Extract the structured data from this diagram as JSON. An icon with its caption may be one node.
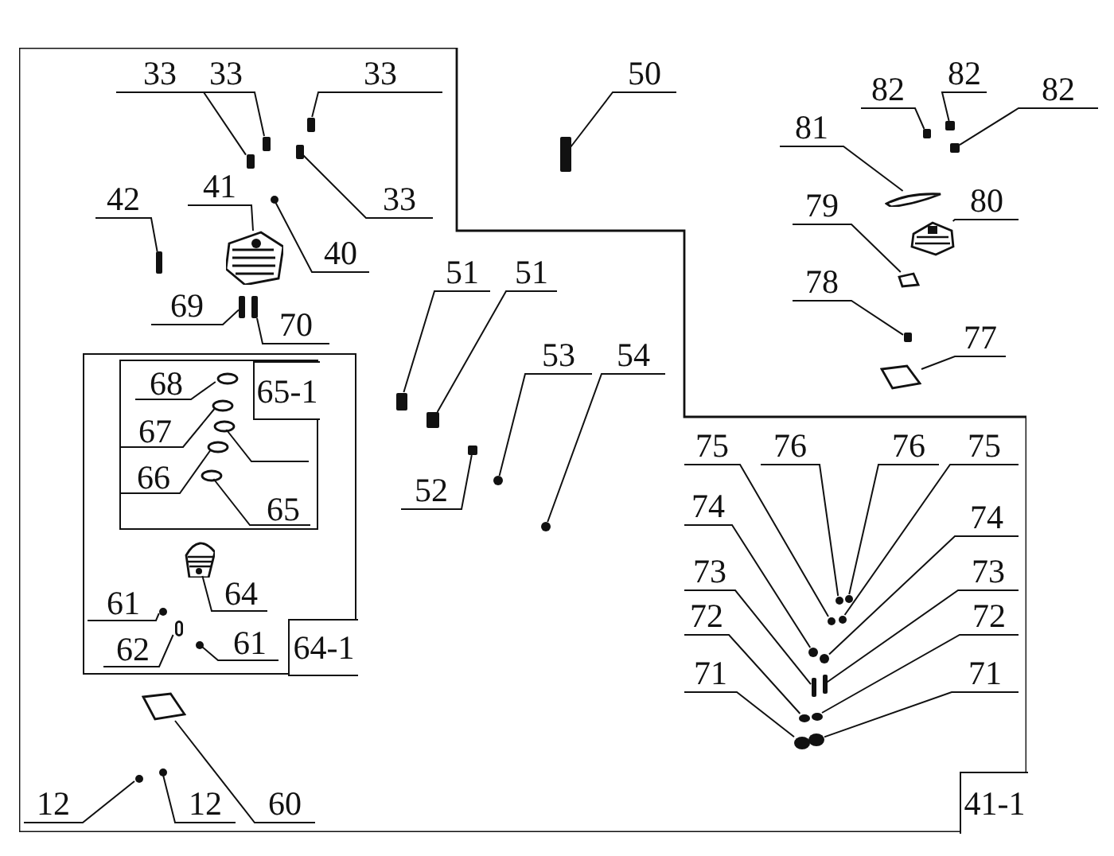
{
  "diagram": {
    "nodes": [
      {
        "text": [
          "41-1"
        ]
      },
      {
        "text": [
          "33"
        ],
        "in": 0
      },
      {
        "text": [
          "33"
        ],
        "in": 0
      },
      {
        "text": [
          "33"
        ],
        "in": 0
      },
      {
        "text": [
          "33"
        ],
        "in": 0
      },
      {
        "text": [
          "42"
        ],
        "in": 0
      },
      {
        "text": [
          "41"
        ],
        "in": 0
      },
      {
        "text": [
          "40"
        ],
        "in": 0
      },
      {
        "text": [
          "69"
        ],
        "in": 0
      },
      {
        "text": [
          "70"
        ],
        "in": 0
      },
      {
        "text": [
          "64-1"
        ],
        "in": 0
      },
      {
        "text": [
          "65-1"
        ],
        "in": 10
      },
      {
        "text": [
          "68"
        ],
        "in": 11
      },
      {
        "text": [
          "67"
        ],
        "in": 11
      },
      {
        "text": [
          "66"
        ],
        "in": 11
      },
      {
        "text": [
          "65"
        ],
        "in": 11
      },
      {
        "text": [
          "64"
        ],
        "in": 10
      },
      {
        "text": [
          "61"
        ],
        "in": 10
      },
      {
        "text": [
          "62"
        ],
        "in": 10
      },
      {
        "text": [
          "61"
        ],
        "in": 10
      },
      {
        "text": [
          "51"
        ],
        "in": 0
      },
      {
        "text": [
          "51"
        ],
        "in": 0
      },
      {
        "text": [
          "52"
        ],
        "in": 0
      },
      {
        "text": [
          "53"
        ],
        "in": 0
      },
      {
        "text": [
          "54"
        ],
        "in": 0
      },
      {
        "text": [
          "75"
        ],
        "in": 0
      },
      {
        "text": [
          "76"
        ],
        "in": 0
      },
      {
        "text": [
          "76"
        ],
        "in": 0
      },
      {
        "text": [
          "75"
        ],
        "in": 0
      },
      {
        "text": [
          "74"
        ],
        "in": 0
      },
      {
        "text": [
          "74"
        ],
        "in": 0
      },
      {
        "text": [
          "73"
        ],
        "in": 0
      },
      {
        "text": [
          "73"
        ],
        "in": 0
      },
      {
        "text": [
          "72"
        ],
        "in": 0
      },
      {
        "text": [
          "72"
        ],
        "in": 0
      },
      {
        "text": [
          "71"
        ],
        "in": 0
      },
      {
        "text": [
          "71"
        ],
        "in": 0
      },
      {
        "text": [
          "12"
        ],
        "in": 0
      },
      {
        "text": [
          "12"
        ],
        "in": 0
      },
      {
        "text": [
          "60"
        ],
        "in": 0
      },
      {
        "text": [
          "50"
        ]
      },
      {
        "text": [
          "82"
        ]
      },
      {
        "text": [
          "82"
        ]
      },
      {
        "text": [
          "82"
        ]
      },
      {
        "text": [
          "81"
        ]
      },
      {
        "text": [
          "80"
        ]
      },
      {
        "text": [
          "79"
        ]
      },
      {
        "text": [
          "78"
        ]
      },
      {
        "text": [
          "77"
        ]
      },
      {
        "text": [],
        "shape": "box",
        "in": 0
      },
      {
        "text": [],
        "shape": "box",
        "in": 0
      },
      {
        "text": [],
        "shape": "box",
        "in": 0
      },
      {
        "text": [],
        "shape": "box",
        "in": 0
      },
      {
        "text": [],
        "shape": "box",
        "in": 0
      },
      {
        "text": [],
        "shape": "picture",
        "in": 0
      },
      {
        "text": [],
        "shape": "circle",
        "in": 0
      },
      {
        "text": [],
        "shape": "box",
        "in": 0
      },
      {
        "text": [],
        "shape": "box",
        "in": 0
      },
      {
        "text": [],
        "shape": "circle",
        "in": 11
      },
      {
        "text": [],
        "shape": "circle",
        "in": 11
      },
      {
        "text": [],
        "shape": "circle",
        "in": 11
      },
      {
        "text": [],
        "shape": "circle",
        "in": 11
      },
      {
        "text": [],
        "shape": "picture",
        "in": 10
      },
      {
        "text": [],
        "shape": "circle",
        "in": 10
      },
      {
        "text": [],
        "shape": "box",
        "in": 10
      },
      {
        "text": [],
        "shape": "circle",
        "in": 10
      },
      {
        "text": [],
        "shape": "box",
        "in": 0
      },
      {
        "text": [],
        "shape": "box",
        "in": 0
      },
      {
        "text": [],
        "shape": "box",
        "in": 0
      },
      {
        "text": [],
        "shape": "circle",
        "in": 0
      },
      {
        "text": [],
        "shape": "circle",
        "in": 0
      },
      {
        "text": [],
        "shape": "circle",
        "in": 0
      },
      {
        "text": [],
        "shape": "circle",
        "in": 0
      },
      {
        "text": [],
        "shape": "circle",
        "in": 0
      },
      {
        "text": [],
        "shape": "circle",
        "in": 0
      },
      {
        "text": [],
        "shape": "circle",
        "in": 0
      },
      {
        "text": [],
        "shape": "circle",
        "in": 0
      },
      {
        "text": [],
        "shape": "box",
        "in": 0
      },
      {
        "text": [],
        "shape": "box",
        "in": 0
      },
      {
        "text": [],
        "shape": "circle",
        "in": 0
      },
      {
        "text": [],
        "shape": "circle",
        "in": 0
      },
      {
        "text": [],
        "shape": "circle",
        "in": 0
      },
      {
        "text": [],
        "shape": "circle",
        "in": 0
      },
      {
        "text": [],
        "shape": "circle",
        "in": 0
      },
      {
        "text": [],
        "shape": "circle",
        "in": 0
      },
      {
        "text": [],
        "shape": "picture",
        "in": 0
      },
      {
        "text": [],
        "shape": "box"
      },
      {
        "text": [],
        "shape": "box"
      },
      {
        "text": [],
        "shape": "box"
      },
      {
        "text": [],
        "shape": "box"
      },
      {
        "text": [],
        "shape": "picture"
      },
      {
        "text": [],
        "shape": "picture"
      },
      {
        "text": [],
        "shape": "picture"
      },
      {
        "text": [],
        "shape": "box"
      },
      {
        "text": [],
        "shape": "picture"
      },
      {
        "text": [],
        "shape": "circle",
        "in": 11
      }
    ],
    "edges": [
      {
        "from": 1,
        "to": 49,
        "arrow": "none"
      },
      {
        "from": 2,
        "to": 50,
        "arrow": "none"
      },
      {
        "from": 3,
        "to": 51,
        "arrow": "none"
      },
      {
        "from": 4,
        "to": 52,
        "arrow": "none"
      },
      {
        "from": 5,
        "to": 53,
        "arrow": "none"
      },
      {
        "from": 6,
        "to": 54,
        "arrow": "none"
      },
      {
        "from": 7,
        "to": 55,
        "arrow": "none"
      },
      {
        "from": 8,
        "to": 56,
        "arrow": "none"
      },
      {
        "from": 9,
        "to": 57,
        "arrow": "none"
      },
      {
        "from": 12,
        "to": 58,
        "arrow": "none"
      },
      {
        "from": 13,
        "to": 59,
        "arrow": "none"
      },
      {
        "from": 14,
        "to": 60,
        "arrow": "none"
      },
      {
        "from": 15,
        "to": 61,
        "arrow": "none"
      },
      {
        "from": 16,
        "to": 62,
        "arrow": "none"
      },
      {
        "from": 17,
        "to": 63,
        "arrow": "none"
      },
      {
        "from": 18,
        "to": 64,
        "arrow": "none"
      },
      {
        "from": 19,
        "to": 65,
        "arrow": "none"
      },
      {
        "from": 20,
        "to": 66,
        "arrow": "none"
      },
      {
        "from": 21,
        "to": 67,
        "arrow": "none"
      },
      {
        "from": 22,
        "to": 68,
        "arrow": "none"
      },
      {
        "from": 23,
        "to": 69,
        "arrow": "none"
      },
      {
        "from": 24,
        "to": 70,
        "arrow": "none"
      },
      {
        "from": 25,
        "to": 71,
        "arrow": "none"
      },
      {
        "from": 26,
        "to": 72,
        "arrow": "none"
      },
      {
        "from": 27,
        "to": 73,
        "arrow": "none"
      },
      {
        "from": 28,
        "to": 74,
        "arrow": "none"
      },
      {
        "from": 29,
        "to": 75,
        "arrow": "none"
      },
      {
        "from": 30,
        "to": 76,
        "arrow": "none"
      },
      {
        "from": 31,
        "to": 77,
        "arrow": "none"
      },
      {
        "from": 32,
        "to": 78,
        "arrow": "none"
      },
      {
        "from": 33,
        "to": 79,
        "arrow": "none"
      },
      {
        "from": 34,
        "to": 80,
        "arrow": "none"
      },
      {
        "from": 35,
        "to": 81,
        "arrow": "none"
      },
      {
        "from": 36,
        "to": 82,
        "arrow": "none"
      },
      {
        "from": 37,
        "to": 83,
        "arrow": "none"
      },
      {
        "from": 38,
        "to": 84,
        "arrow": "none"
      },
      {
        "from": 39,
        "to": 85,
        "arrow": "none"
      },
      {
        "from": 40,
        "to": 86,
        "arrow": "none"
      },
      {
        "from": 41,
        "to": 87,
        "arrow": "none"
      },
      {
        "from": 42,
        "to": 88,
        "arrow": "none"
      },
      {
        "from": 43,
        "to": 89,
        "arrow": "none"
      },
      {
        "from": 44,
        "to": 90,
        "arrow": "none"
      },
      {
        "from": 45,
        "to": 91,
        "arrow": "none"
      },
      {
        "from": 46,
        "to": 92,
        "arrow": "none"
      },
      {
        "from": 47,
        "to": 93,
        "arrow": "none"
      },
      {
        "from": 48,
        "to": 94,
        "arrow": "none"
      },
      {
        "from": 95,
        "to": null,
        "arrow": "none"
      }
    ]
  }
}
